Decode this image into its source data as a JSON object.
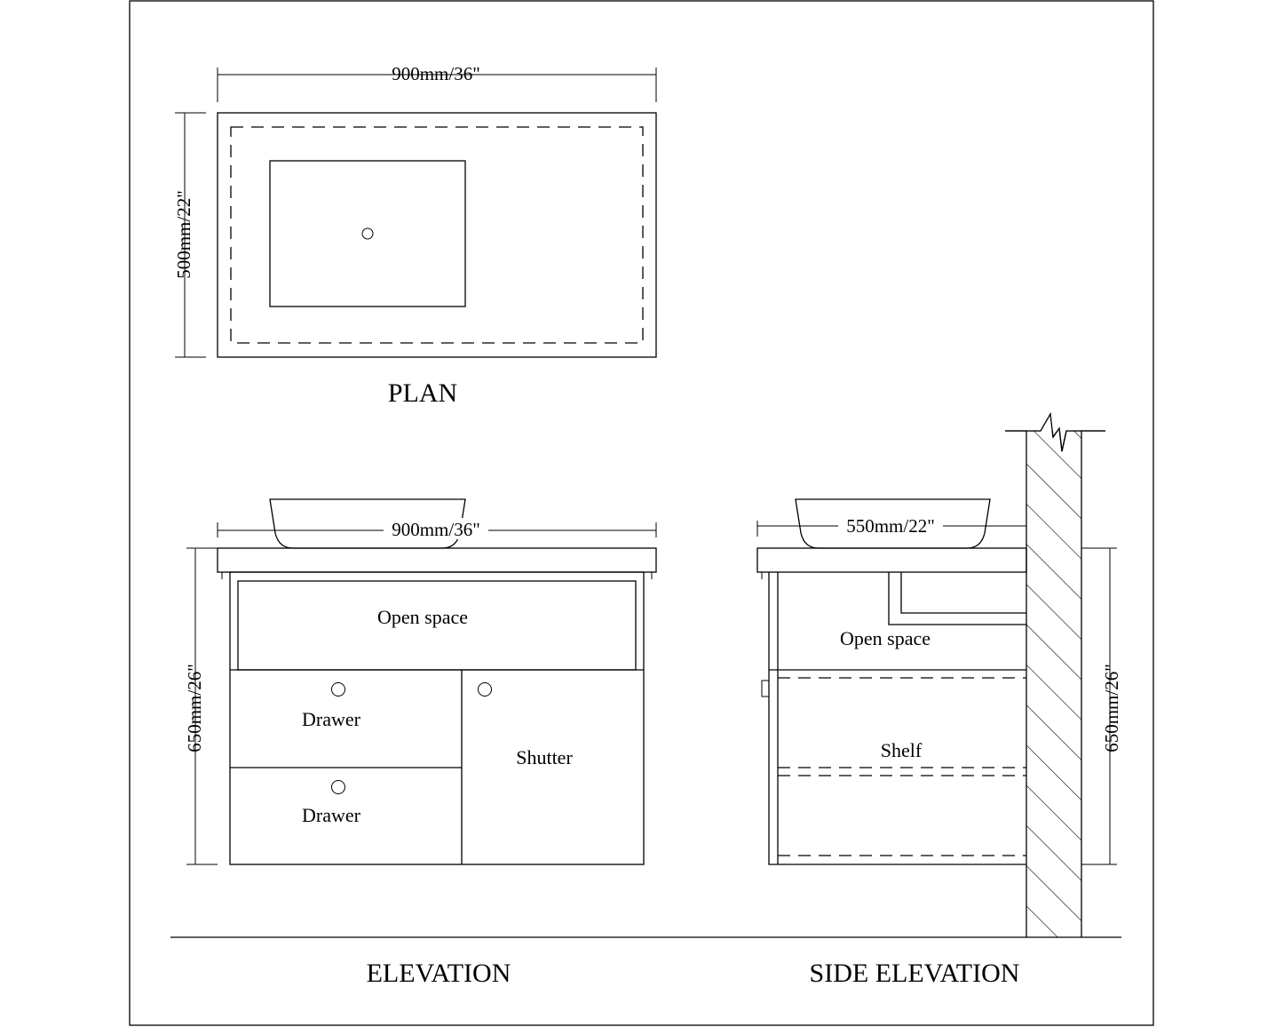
{
  "plan": {
    "title": "PLAN",
    "width_dim": "900mm/36\"",
    "depth_dim": "500mm/22\""
  },
  "elevation": {
    "title": "ELEVATION",
    "width_dim": "900mm/36\"",
    "height_dim": "650mm/26\"",
    "open_space_label": "Open space",
    "drawer_top_label": "Drawer",
    "drawer_bottom_label": "Drawer",
    "shutter_label": "Shutter"
  },
  "side_elevation": {
    "title": "SIDE ELEVATION",
    "depth_dim": "550mm/22\"",
    "height_dim": "650mm/26\"",
    "open_space_label": "Open space",
    "shelf_label": "Shelf"
  },
  "colors": {
    "line": "#000000",
    "background": "#ffffff"
  }
}
